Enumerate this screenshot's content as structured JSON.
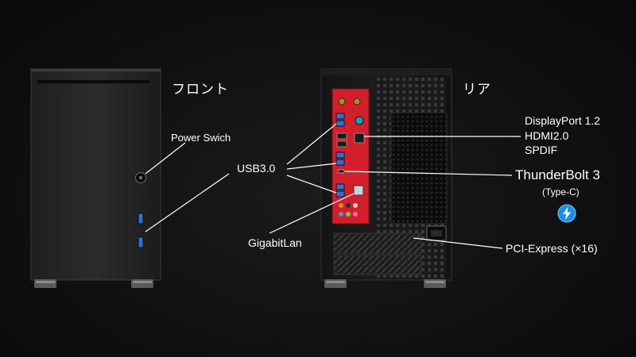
{
  "labels": {
    "front": "フロント",
    "rear": "リア",
    "power_switch": "Power Swich",
    "usb": "USB3.0",
    "gigabit_lan": "GigabitLan",
    "displayport": "DisplayPort 1.2",
    "hdmi": "HDMI2.0",
    "spdif": "SPDIF",
    "thunderbolt": "ThunderBolt 3",
    "type_c": "(Type-C)",
    "pcie": "PCI-Express (×16)"
  },
  "icons": {
    "thunderbolt_logo": "thunderbolt-icon"
  },
  "colors": {
    "background": "#111111",
    "case_body": "#2a2a2a",
    "io_shield": "#d21f2b",
    "thunderbolt_blue": "#1f8fe0",
    "usb_blue": "#2f6fd6",
    "text": "#ffffff"
  }
}
